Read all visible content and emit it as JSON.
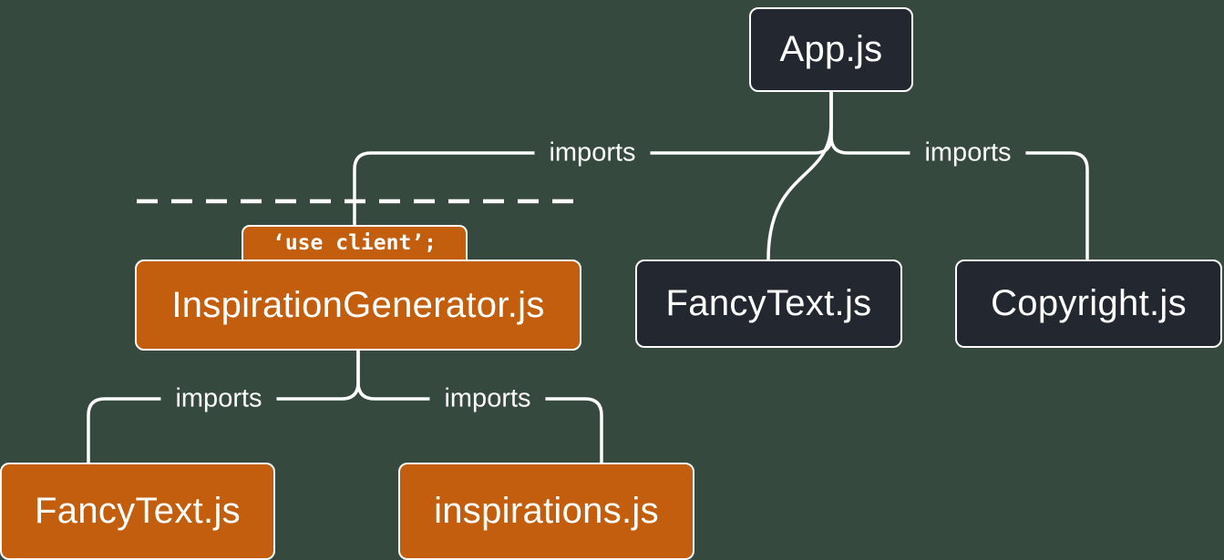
{
  "diagram": {
    "type": "module-dependency-tree",
    "colors": {
      "background": "#35493e",
      "server_node": "#23272f",
      "client_node": "#c25e0e",
      "line": "#ffffff",
      "text": "#ffffff"
    },
    "nodes": {
      "app": {
        "label": "App.js"
      },
      "inspiration_generator": {
        "label": "InspirationGenerator.js",
        "directive": "‘use client’;"
      },
      "fancy_text_top": {
        "label": "FancyText.js"
      },
      "copyright": {
        "label": "Copyright.js"
      },
      "fancy_text_bottom": {
        "label": "FancyText.js"
      },
      "inspirations": {
        "label": "inspirations.js"
      }
    },
    "edges": {
      "app_to_inspiration_generator": {
        "label": "imports"
      },
      "app_to_copyright": {
        "label": "imports"
      },
      "inspiration_generator_to_fancy_text": {
        "label": "imports"
      },
      "inspiration_generator_to_inspirations": {
        "label": "imports"
      }
    }
  }
}
